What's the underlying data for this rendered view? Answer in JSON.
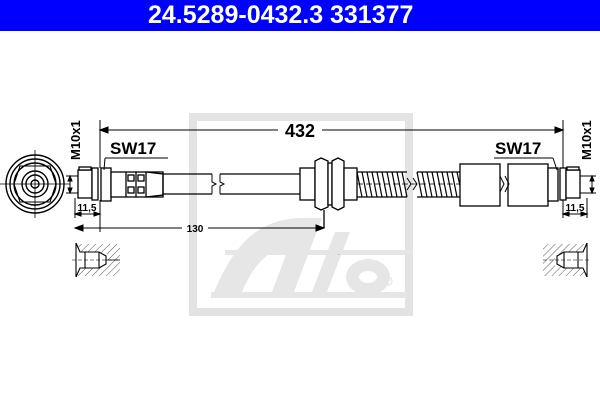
{
  "header": {
    "part_number": "24.5289-0432.3",
    "reference": "331377",
    "background_color": "#0000ff",
    "text_color": "#ffffff"
  },
  "drawing": {
    "title": "Brake hose technical drawing",
    "overall_length": "432",
    "offset_dimension": "130",
    "left_fitting": {
      "thread": "M10x1",
      "wrench_size": "SW17",
      "thread_length": "11,5"
    },
    "right_fitting": {
      "thread": "M10x1",
      "wrench_size": "SW17",
      "thread_length": "11,5"
    },
    "watermark": "Ate",
    "watermark_color": "#e6e6e6",
    "line_color": "#000000"
  }
}
